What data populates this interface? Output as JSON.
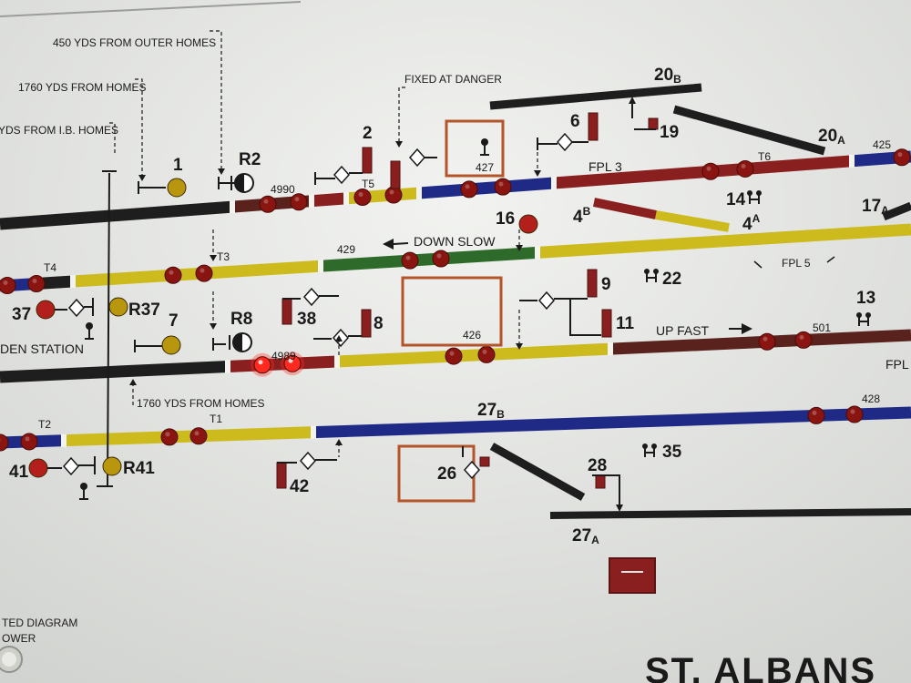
{
  "colors": {
    "panel": "#e4e5e2",
    "black": "#1e1e1e",
    "yellow": "#cdbb1e",
    "blue": "#1f2a86",
    "red": "#8a1f1f",
    "brown": "#5a221d",
    "green": "#2e6a2a",
    "lamp_off": "#8a1410",
    "lamp_on": "#ff2a1f",
    "sub_amber": "#b8960e",
    "sub_red": "#b3201b"
  },
  "distance_notes": {
    "outer_homes": "450 YDS FROM OUTER HOMES",
    "homes_top": "1760 YDS FROM HOMES",
    "ib_homes": "YDS FROM I.B. HOMES",
    "fixed_danger": "FIXED AT DANGER",
    "homes_bottom": "1760 YDS FROM HOMES"
  },
  "line_names": {
    "down_slow": "DOWN SLOW",
    "up_fast": "UP FAST",
    "fpl3": "FPL 3",
    "fpl5": "FPL 5",
    "fpl_edge": "FPL"
  },
  "track_circuits": {
    "c4990": "4990",
    "t5": "T5",
    "c427": "427",
    "t6": "T6",
    "c425": "425",
    "t4": "T4",
    "t3": "T3",
    "c429": "429",
    "c4989": "4989",
    "c426": "426",
    "c501": "501",
    "t2": "T2",
    "t1": "T1",
    "c428": "428"
  },
  "signals": {
    "s1": "1",
    "r2": "R2",
    "s2": "2",
    "s6": "6",
    "s19": "19",
    "s20b": "20",
    "s20b_sub": "B",
    "s20a": "20",
    "s20a_sub": "A",
    "s14": "14",
    "s17a": "17",
    "s17a_sub": "A",
    "s16": "16",
    "s4b": "4",
    "s4b_sub": "B",
    "s4a": "4",
    "s4a_sub": "A",
    "s37": "37",
    "r37": "R37",
    "s7": "7",
    "r8": "R8",
    "s38": "38",
    "s8": "8",
    "s9": "9",
    "s11": "11",
    "s22": "22",
    "s13": "13",
    "s27b": "27",
    "s27b_sub": "B",
    "s41": "41",
    "r41": "R41",
    "s42": "42",
    "s26": "26",
    "s28": "28",
    "s35": "35",
    "s27a": "27",
    "s27a_sub": "A"
  },
  "station_left": "DEN STATION",
  "footer": {
    "diagram_line1": "TED DIAGRAM",
    "diagram_line2": "OWER",
    "box_title": "ST. ALBANS"
  }
}
